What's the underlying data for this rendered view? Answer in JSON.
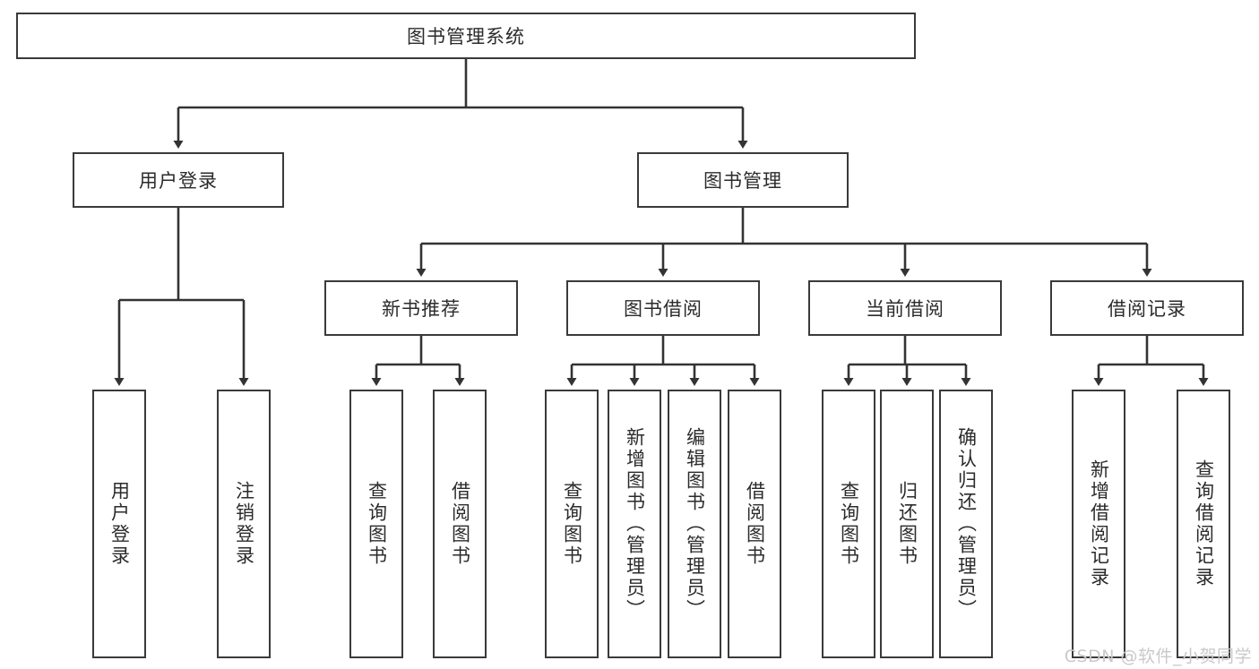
{
  "diagram": {
    "type": "tree-hierarchy",
    "title": "图书管理系统",
    "root": {
      "label": "图书管理系统"
    },
    "level2": [
      {
        "label": "用户登录"
      },
      {
        "label": "图书管理"
      }
    ],
    "level3": [
      {
        "label": "新书推荐"
      },
      {
        "label": "图书借阅"
      },
      {
        "label": "当前借阅"
      },
      {
        "label": "借阅记录"
      }
    ],
    "leaves": {
      "user_login": [
        {
          "label": "用户登录"
        },
        {
          "label": "注销登录"
        }
      ],
      "new_book_recommend": [
        {
          "label": "查询图书"
        },
        {
          "label": "借阅图书"
        }
      ],
      "book_borrow": [
        {
          "label": "查询图书"
        },
        {
          "label": "新增图书（管理员）"
        },
        {
          "label": "编辑图书（管理员）"
        },
        {
          "label": "借阅图书"
        }
      ],
      "current_borrow": [
        {
          "label": "查询图书"
        },
        {
          "label": "归还图书"
        },
        {
          "label": "确认归还（管理员）"
        }
      ],
      "borrow_record": [
        {
          "label": "新增借阅记录"
        },
        {
          "label": "查询借阅记录"
        }
      ]
    }
  },
  "watermark": {
    "text": "CSDN @软件_小贺同学"
  },
  "colors": {
    "box_border": "#3a3a3a",
    "text": "#2b2b2b",
    "wire": "#333333",
    "background": "#ffffff",
    "watermark": "#c9c9c9"
  }
}
